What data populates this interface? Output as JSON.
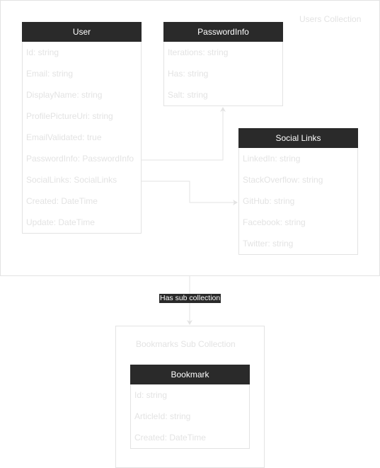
{
  "users_collection": {
    "title": "Users Collection",
    "user": {
      "header": "User",
      "fields": [
        "Id: string",
        "Email: string",
        "DisplayName: string",
        "ProfilePictureUri: string",
        "EmailValidated: true",
        "PasswordInfo: PasswordInfo",
        "SocialLinks: SocialLinks",
        "Created: DateTime",
        "Update: DateTime"
      ]
    },
    "password_info": {
      "header": "PasswordInfo",
      "fields": [
        "Iterations: string",
        "Has: string",
        "Salt: string"
      ]
    },
    "social_links": {
      "header": "Social Links",
      "fields": [
        "LinkedIn: string",
        "StackOverflow: string",
        "GitHub: string",
        "Facebook: string",
        "Twitter: string"
      ]
    }
  },
  "relation_label": "Has sub collection",
  "bookmarks_collection": {
    "title": "Bookmarks Sub Collection",
    "bookmark": {
      "header": "Bookmark",
      "fields": [
        "Id: string",
        "ArticleId: string",
        "Created: DateTime"
      ]
    }
  },
  "colors": {
    "header_bg": "#2a2a2a",
    "header_text": "#ffffff",
    "border": "#e3e3e3",
    "field_text": "#e3e3e3"
  }
}
